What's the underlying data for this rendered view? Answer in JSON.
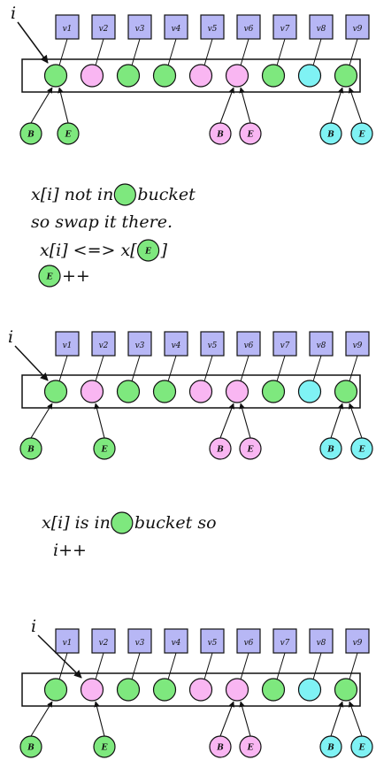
{
  "colors": {
    "green": "#7ee87e",
    "pink": "#f9b6f2",
    "cyan": "#7ff2f4",
    "value_box": "#b7b7f5",
    "stroke": "#111111"
  },
  "value_labels": [
    "v1",
    "v2",
    "v3",
    "v4",
    "v5",
    "v6",
    "v7",
    "v8",
    "v9"
  ],
  "index_label": "i",
  "panels": [
    {
      "circles": [
        "green",
        "pink",
        "green",
        "green",
        "pink",
        "pink",
        "green",
        "cyan",
        "green"
      ],
      "pointer": 0,
      "markers": [
        {
          "text": "B",
          "color": "green",
          "points_to": 0
        },
        {
          "text": "E",
          "color": "green",
          "points_to": 0
        },
        {
          "text": "B",
          "color": "pink",
          "points_to": 5
        },
        {
          "text": "E",
          "color": "pink",
          "points_to": 5
        },
        {
          "text": "B",
          "color": "cyan",
          "points_to": 8
        },
        {
          "text": "E",
          "color": "cyan",
          "points_to": 8
        }
      ]
    },
    {
      "circles": [
        "green",
        "pink",
        "green",
        "green",
        "pink",
        "pink",
        "green",
        "cyan",
        "green"
      ],
      "pointer": 0,
      "markers": [
        {
          "text": "B",
          "color": "green",
          "points_to": 0
        },
        {
          "text": "E",
          "color": "green",
          "points_to": 1
        },
        {
          "text": "B",
          "color": "pink",
          "points_to": 5
        },
        {
          "text": "E",
          "color": "pink",
          "points_to": 5
        },
        {
          "text": "B",
          "color": "cyan",
          "points_to": 8
        },
        {
          "text": "E",
          "color": "cyan",
          "points_to": 8
        }
      ]
    },
    {
      "circles": [
        "green",
        "pink",
        "green",
        "green",
        "pink",
        "pink",
        "green",
        "cyan",
        "green"
      ],
      "pointer": 1,
      "markers": [
        {
          "text": "B",
          "color": "green",
          "points_to": 0
        },
        {
          "text": "E",
          "color": "green",
          "points_to": 1
        },
        {
          "text": "B",
          "color": "pink",
          "points_to": 5
        },
        {
          "text": "E",
          "color": "pink",
          "points_to": 5
        },
        {
          "text": "B",
          "color": "cyan",
          "points_to": 8
        },
        {
          "text": "E",
          "color": "cyan",
          "points_to": 8
        }
      ]
    }
  ],
  "notes": [
    [
      [
        {
          "t": "text",
          "v": "x[i] not in "
        },
        {
          "t": "circle",
          "color": "green"
        },
        {
          "t": "text",
          "v": " bucket"
        }
      ],
      [
        {
          "t": "text",
          "v": "so swap it there."
        }
      ],
      [
        {
          "t": "text",
          "v": "x[i] <=> x["
        },
        {
          "t": "circle",
          "color": "green",
          "v": "E"
        },
        {
          "t": "text",
          "v": "]"
        }
      ],
      [
        {
          "t": "circle",
          "color": "green",
          "v": "E"
        },
        {
          "t": "text",
          "v": " ++"
        }
      ]
    ],
    [
      [
        {
          "t": "text",
          "v": "x[i] is in "
        },
        {
          "t": "circle",
          "color": "green"
        },
        {
          "t": "text",
          "v": " bucket so"
        }
      ],
      [
        {
          "t": "text",
          "v": "i++"
        }
      ]
    ]
  ]
}
